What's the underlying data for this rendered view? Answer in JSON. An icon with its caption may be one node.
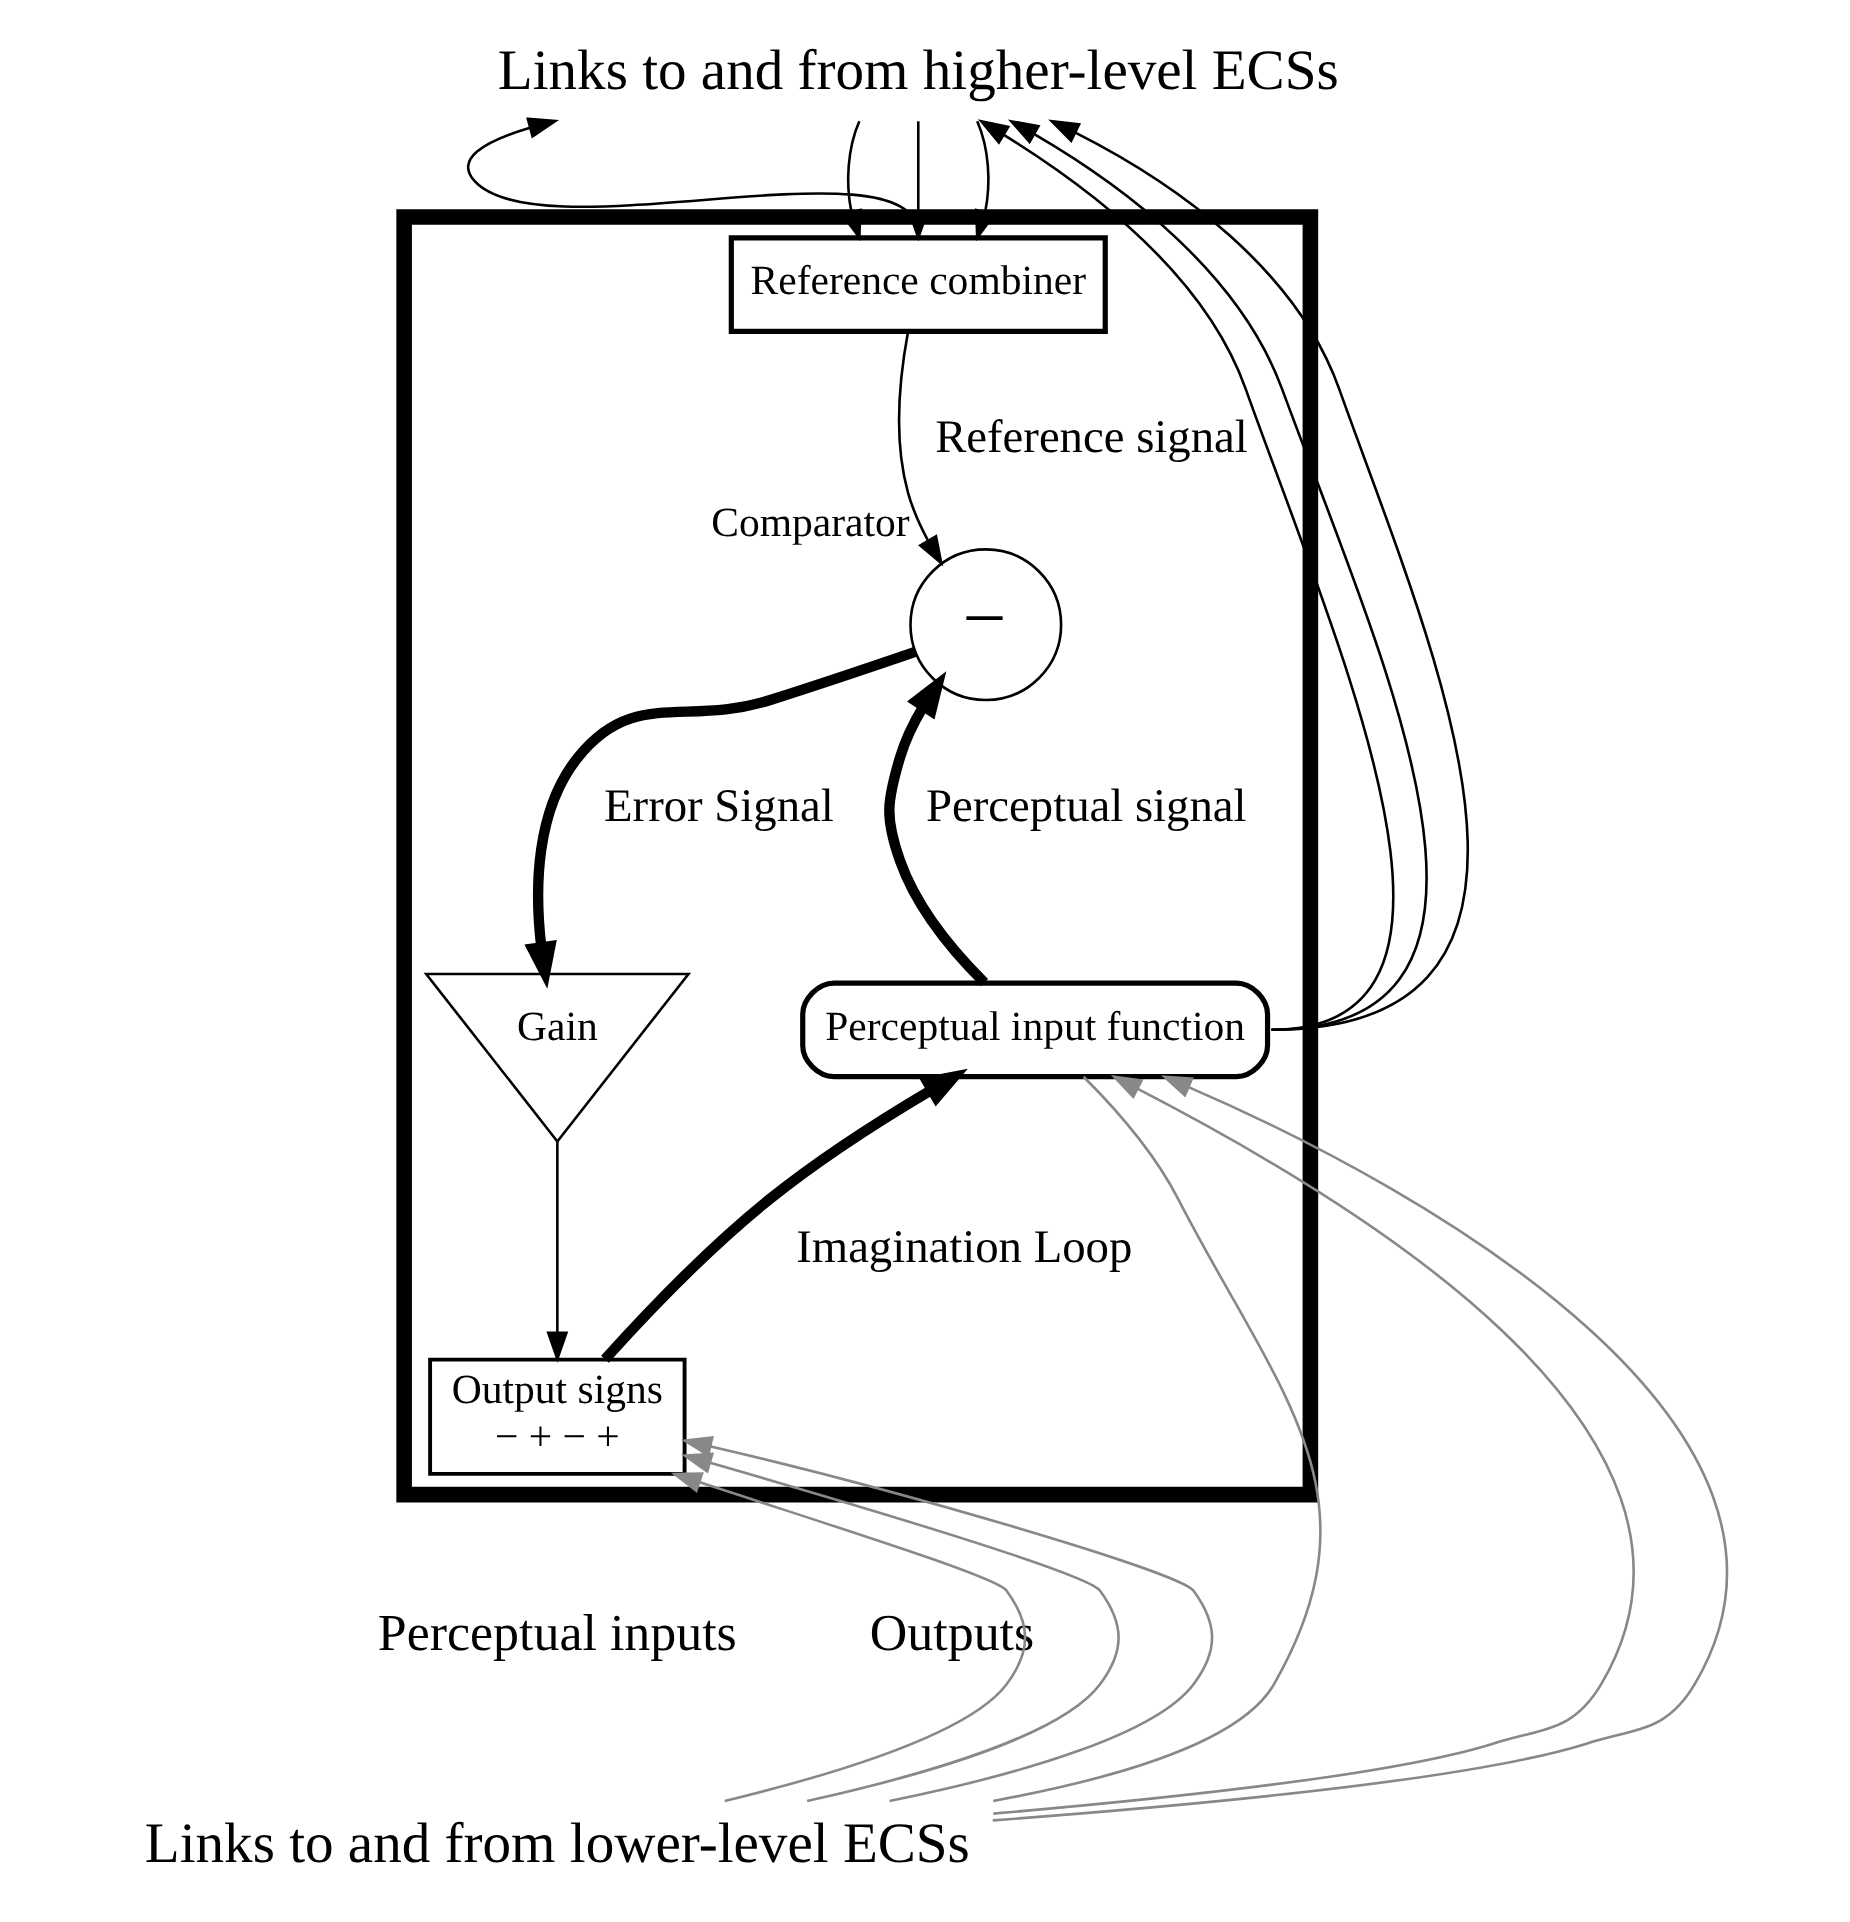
{
  "diagram": {
    "nodes": [
      {
        "text": [],
        "shape": "box"
      },
      {
        "text": [
          "Links to and from higher-level ECSs"
        ]
      },
      {
        "text": [
          "Reference combiner"
        ],
        "in": 0
      },
      {
        "text": [
          "−"
        ],
        "beside": [
          "Comparator"
        ],
        "in": 0
      },
      {
        "text": [
          "Gain"
        ],
        "in": 0
      },
      {
        "text": [
          "Output signs",
          "− + − +"
        ],
        "in": 0
      },
      {
        "text": [
          "Perceptual input function"
        ],
        "in": 0
      },
      {
        "text": [
          "Links to and from lower-level ECSs"
        ]
      }
    ],
    "edges": [
      {
        "from": 1,
        "to": 2,
        "arrow": "to"
      },
      {
        "from": 1,
        "to": 2,
        "arrow": "to"
      },
      {
        "from": 1,
        "to": 2,
        "arrow": "to"
      },
      {
        "from": 2,
        "to": 1,
        "arrow": "to"
      },
      {
        "from": 6,
        "to": 1,
        "arrow": "to"
      },
      {
        "from": 6,
        "to": 1,
        "arrow": "to"
      },
      {
        "from": 6,
        "to": 1,
        "arrow": "to"
      },
      {
        "from": 2,
        "to": 3,
        "arrow": "to",
        "label": "Reference signal"
      },
      {
        "from": 6,
        "to": 3,
        "arrow": "to",
        "label": "Perceptual signal",
        "style": "thick"
      },
      {
        "from": 3,
        "to": 4,
        "arrow": "to",
        "label": "Error Signal",
        "style": "thick"
      },
      {
        "from": 4,
        "to": 5,
        "arrow": "to"
      },
      {
        "from": 5,
        "to": 6,
        "arrow": "to",
        "label": "Imagination Loop",
        "style": "thick"
      },
      {
        "from": 7,
        "to": 6,
        "arrow": "to",
        "color": "#888888"
      },
      {
        "from": 7,
        "to": 6,
        "arrow": "to",
        "color": "#888888"
      },
      {
        "from": 6,
        "to": 7,
        "arrow": "none",
        "color": "#888888"
      },
      {
        "from": 7,
        "to": 5,
        "arrow": "to",
        "color": "#888888"
      },
      {
        "from": 7,
        "to": 5,
        "arrow": "to",
        "color": "#888888"
      },
      {
        "from": 7,
        "to": 5,
        "arrow": "to",
        "color": "#888888"
      }
    ],
    "labels": [
      "Perceptual inputs",
      "Outputs"
    ]
  }
}
